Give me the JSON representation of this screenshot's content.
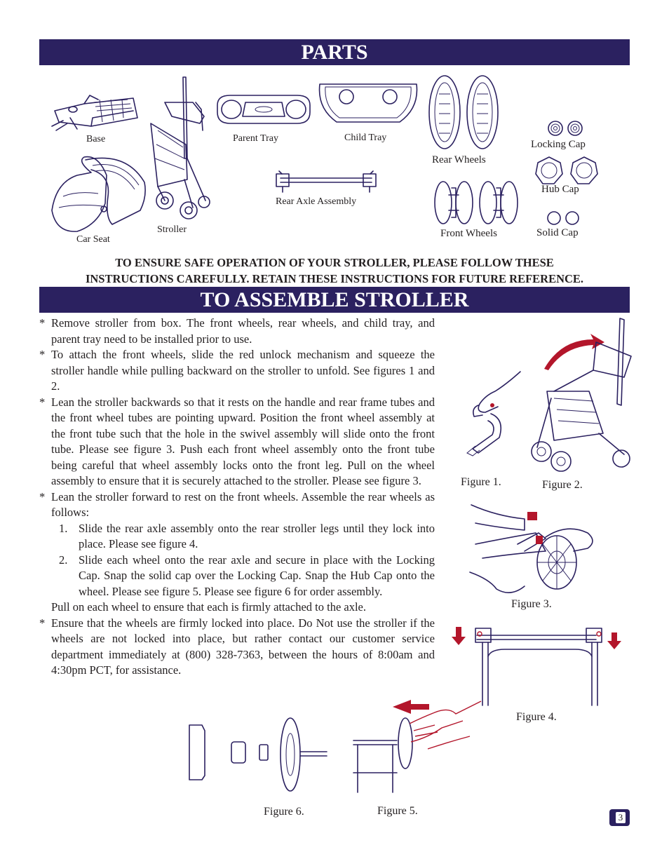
{
  "headings": {
    "parts": "PARTS",
    "assemble": "TO ASSEMBLE STROLLER"
  },
  "parts": {
    "base": "Base",
    "car_seat": "Car Seat",
    "stroller": "Stroller",
    "parent_tray": "Parent Tray",
    "child_tray": "Child Tray",
    "rear_axle": "Rear Axle Assembly",
    "rear_wheels": "Rear Wheels",
    "front_wheels": "Front Wheels",
    "locking_cap": "Locking Cap",
    "hub_cap": "Hub Cap",
    "solid_cap": "Solid Cap"
  },
  "warning": {
    "line1": "TO ENSURE SAFE OPERATION OF YOUR STROLLER, PLEASE FOLLOW THESE",
    "line2": "INSTRUCTIONS CAREFULLY. RETAIN THESE INSTRUCTIONS FOR FUTURE REFERENCE."
  },
  "instructions": {
    "bullet": "*",
    "step1": "Remove stroller from box. The front wheels, rear wheels, and child tray, and parent tray need to be installed prior to use.",
    "step2": "To attach the front wheels, slide the red unlock mechanism and squeeze the stroller handle while pulling backward on the stroller to unfold. See figures 1 and 2.",
    "step3": "Lean the stroller backwards so that it rests on the handle and rear frame tubes and the front wheel tubes are pointing upward.  Position the front wheel assembly at the front tube such that the hole in the swivel assembly will slide onto the front tube. Please see figure 3.  Push each front wheel assembly onto the front tube being careful that wheel assembly locks onto the front leg.  Pull on the wheel assembly to ensure that it is securely attached to the stroller.  Please see figure 3.",
    "step4": "Lean the stroller forward to rest on the front wheels.  Assemble the rear wheels as follows:",
    "sub1_num": "1.",
    "sub1": "Slide the rear axle assembly onto the rear stroller legs until they lock into place. Please see figure 4.",
    "sub2_num": "2.",
    "sub2": "Slide each wheel onto the rear axle and secure in place with the Locking Cap.  Snap the solid cap over the Locking Cap.  Snap the Hub Cap onto the wheel.  Please see figure 5.  Please see figure 6 for order assembly.",
    "pull_note": "Pull on each wheel to ensure that each is firmly attached to the axle.",
    "step5": "Ensure that the wheels are firmly locked into place. Do Not use the stroller if the wheels are not locked into place, but rather contact our customer service department immediately at (800) 328-7363, between the hours of 8:00am and 4:30pm PCT, for assistance."
  },
  "figures": {
    "fig1": "Figure 1.",
    "fig2": "Figure 2.",
    "fig3": "Figure 3.",
    "fig4": "Figure 4.",
    "fig5": "Figure 5.",
    "fig6": "Figure 6."
  },
  "page_number": "3",
  "colors": {
    "navy": "#2b2160",
    "red": "#b3162b"
  }
}
